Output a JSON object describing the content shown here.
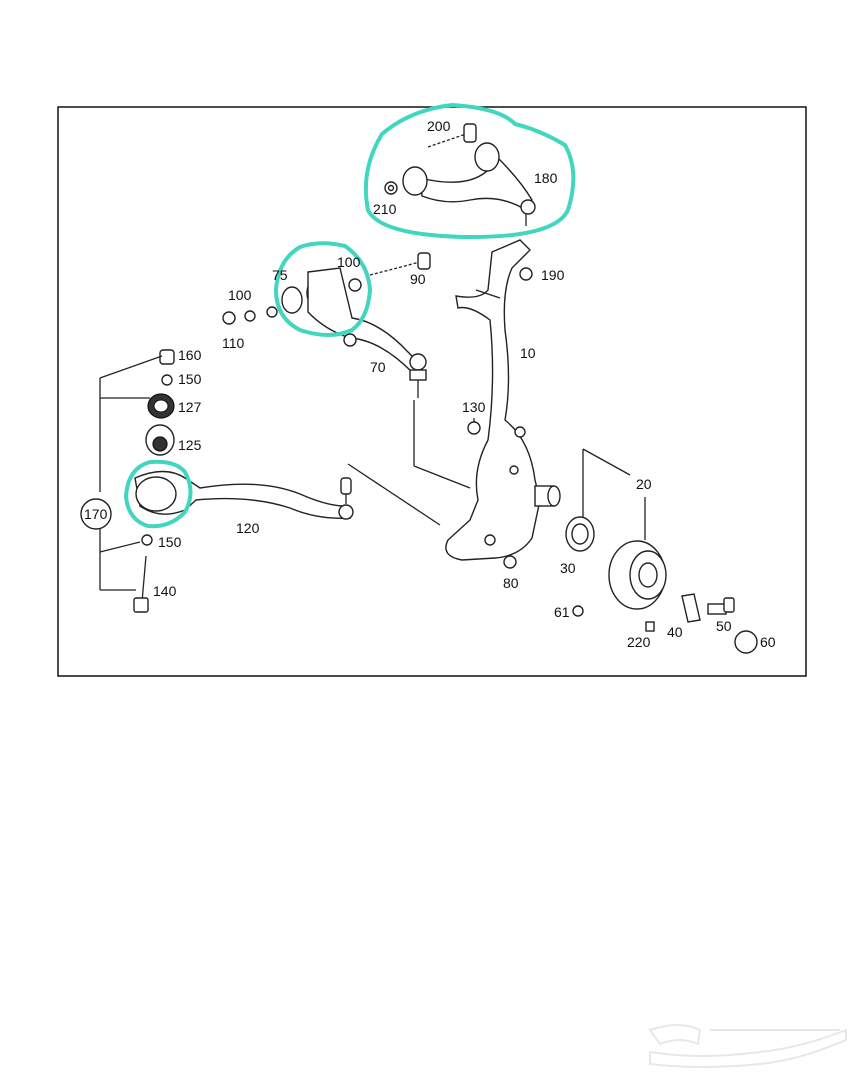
{
  "colors": {
    "highlight": "#40d6bf",
    "ink": "#222222",
    "frame": "#111111"
  },
  "labels": {
    "p10": "10",
    "p20": "20",
    "p30": "30",
    "p40": "40",
    "p50": "50",
    "p60": "60",
    "p61": "61",
    "p70": "70",
    "p75": "75",
    "p80": "80",
    "p90": "90",
    "p100a": "100",
    "p100b": "100",
    "p110": "110",
    "p120": "120",
    "p125": "125",
    "p127": "127",
    "p130": "130",
    "p140": "140",
    "p150a": "150",
    "p150b": "150",
    "p160": "160",
    "p170": "170",
    "p180": "180",
    "p190": "190",
    "p200": "200",
    "p210": "210",
    "p220": "220"
  },
  "watermark": {
    "text": "حراج",
    "icon": "haraj-logo-icon"
  }
}
